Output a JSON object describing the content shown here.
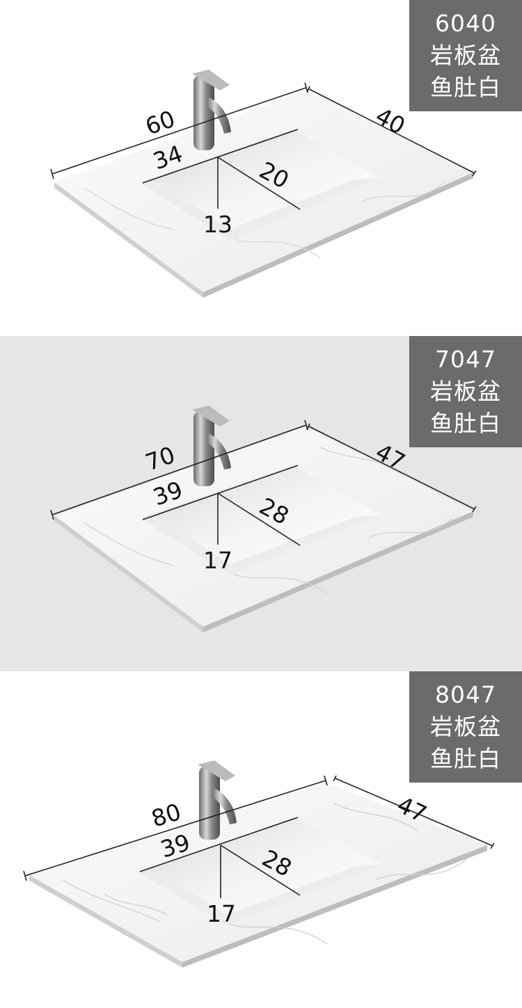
{
  "products": [
    {
      "model": "6040",
      "material": "岩板盆",
      "color": "鱼肚白",
      "dims": {
        "length": "60",
        "width": "40",
        "basin_length": "34",
        "basin_width": "20",
        "basin_depth": "13"
      }
    },
    {
      "model": "7047",
      "material": "岩板盆",
      "color": "鱼肚白",
      "dims": {
        "length": "70",
        "width": "47",
        "basin_length": "39",
        "basin_width": "28",
        "basin_depth": "17"
      }
    },
    {
      "model": "8047",
      "material": "岩板盆",
      "color": "鱼肚白",
      "dims": {
        "length": "80",
        "width": "47",
        "basin_length": "39",
        "basin_width": "28",
        "basin_depth": "17"
      }
    }
  ]
}
